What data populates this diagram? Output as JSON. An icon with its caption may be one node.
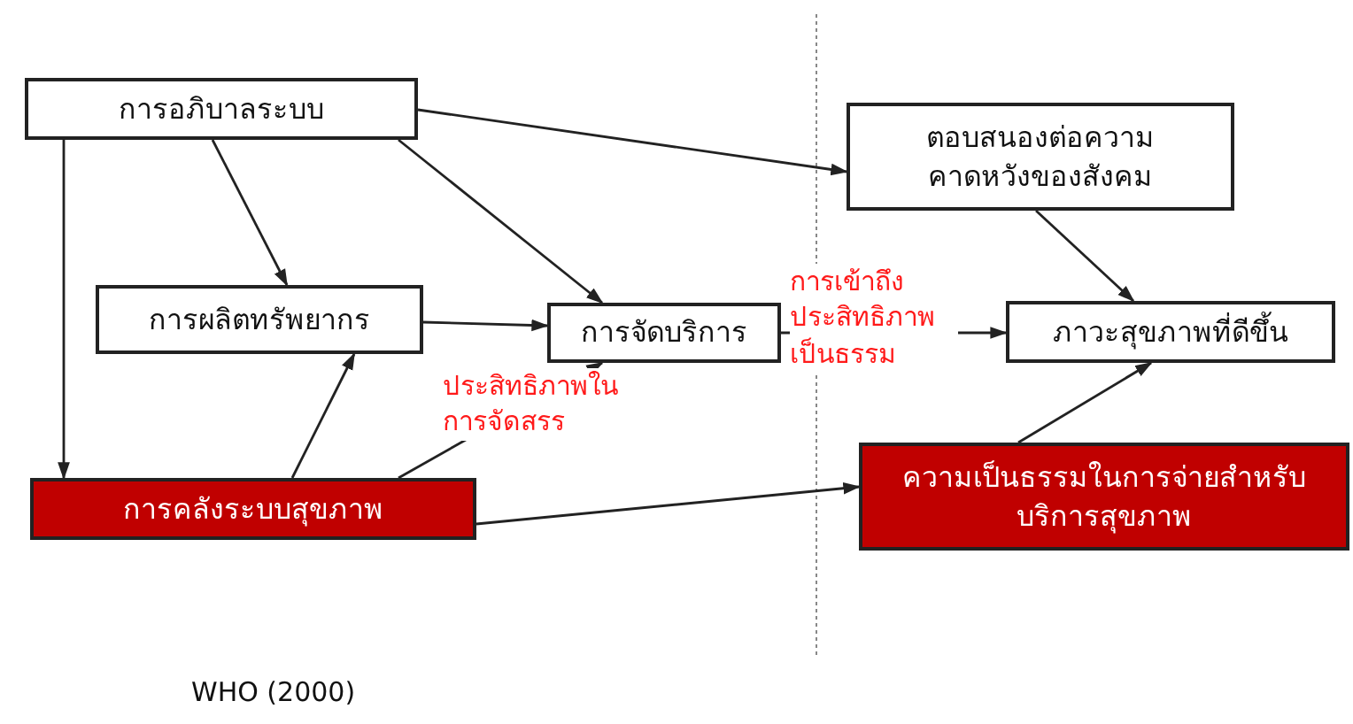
{
  "diagram": {
    "nodes": [
      {
        "text": [
          "การอภิบาลระบบ"
        ]
      },
      {
        "text": [
          "ตอบสนองต่อความคาดหวังของสังคม"
        ]
      },
      {
        "text": [
          "การผลิตทรัพยากร"
        ]
      },
      {
        "text": [
          "การจัดบริการ"
        ]
      },
      {
        "text": [
          "ภาวะสุขภาพที่ดีขึ้น"
        ]
      },
      {
        "text": [
          "การคลังระบบสุขภาพ"
        ]
      },
      {
        "text": [
          "ความเป็นธรรมในการจ่ายสำหรับบริการสุขภาพ"
        ]
      }
    ],
    "edges": [
      {
        "from": 0,
        "to": 1,
        "arrow": "to"
      },
      {
        "from": 0,
        "to": 2,
        "arrow": "to"
      },
      {
        "from": 0,
        "to": 3,
        "arrow": "to"
      },
      {
        "from": 0,
        "to": 5,
        "arrow": "to"
      },
      {
        "from": 2,
        "to": 3,
        "arrow": "to"
      },
      {
        "from": 3,
        "to": 4,
        "arrow": "to",
        "label": "การเข้าถึงประสิทธิภาพเป็นธรรม"
      },
      {
        "from": 5,
        "to": 2,
        "arrow": "to"
      },
      {
        "from": 5,
        "to": 3,
        "arrow": "to",
        "label": "ประสิทธิภาพในการจัดสรร"
      },
      {
        "from": 5,
        "to": 6,
        "arrow": "to"
      },
      {
        "from": 1,
        "to": 4,
        "arrow": "to"
      },
      {
        "from": 6,
        "to": 4,
        "arrow": "to"
      }
    ],
    "labels": [
      "WHO (2000)"
    ]
  }
}
